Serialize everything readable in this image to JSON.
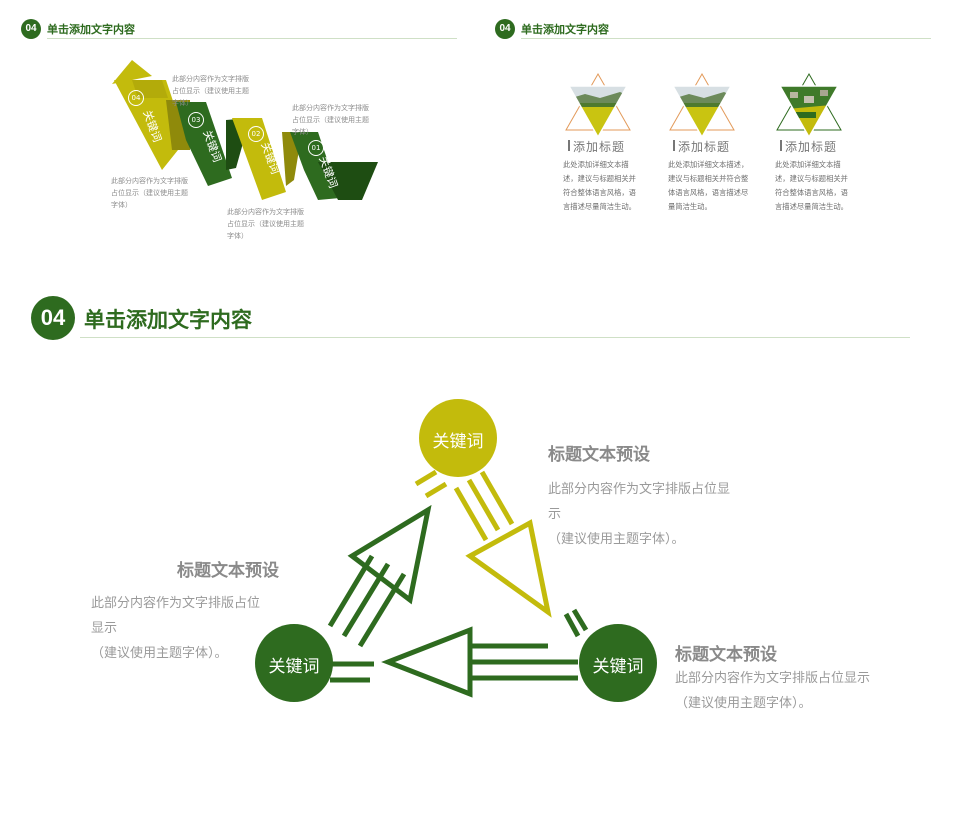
{
  "colors": {
    "green": "#2e6b1f",
    "olive": "#c3bb0c",
    "orange": "#e39a5a"
  },
  "panel1": {
    "header": {
      "badge": "04",
      "title": "单击添加文字内容"
    },
    "steps": [
      {
        "num": "04",
        "keyword": "关键词"
      },
      {
        "num": "03",
        "keyword": "关键词"
      },
      {
        "num": "02",
        "keyword": "关键词"
      },
      {
        "num": "01",
        "keyword": "关键词"
      }
    ],
    "notes": [
      "此部分内容作为文字排版\n占位显示（建议使用主题\n字体）",
      "此部分内容作为文字排版\n占位显示（建议使用主题\n字体）",
      "此部分内容作为文字排版\n占位显示（建议使用主题\n字体）",
      "此部分内容作为文字排版\n占位显示（建议使用主题\n字体）"
    ]
  },
  "panel2": {
    "header": {
      "badge": "04",
      "title": "单击添加文字内容"
    },
    "cards": [
      {
        "title": "添加标题",
        "body": "此处添加详细文本描\n述，建议与标题相关并\n符合整体语言风格，语\n言描述尽量简洁生动。",
        "image_icon": "field-landscape-icon"
      },
      {
        "title": "添加标题",
        "body": "此处添加详细文本描述，\n建议与标题相关并符合整\n体语言风格，语言描述尽\n量简洁生动。",
        "image_icon": "field-landscape-icon"
      },
      {
        "title": "添加标题",
        "body": "此处添加详细文本描\n述，建议与标题相关并\n符合整体语言风格，语\n言描述尽量简洁生动。",
        "image_icon": "village-landscape-icon"
      }
    ]
  },
  "panel3": {
    "header": {
      "badge": "04",
      "title": "单击添加文字内容"
    },
    "nodes": [
      {
        "label": "关键词",
        "color": "#c3bb0c"
      },
      {
        "label": "关键词",
        "color": "#2e6b1f"
      },
      {
        "label": "关键词",
        "color": "#2e6b1f"
      }
    ],
    "texts": [
      {
        "title": "标题文本预设",
        "body": "此部分内容作为文字排版占位显\n示\n（建议使用主题字体）。"
      },
      {
        "title": "标题文本预设",
        "body": "此部分内容作为文字排版占位\n显示\n（建议使用主题字体）。"
      },
      {
        "title": "标题文本预设",
        "body": "此部分内容作为文字排版占位显示\n（建议使用主题字体）。"
      }
    ]
  }
}
